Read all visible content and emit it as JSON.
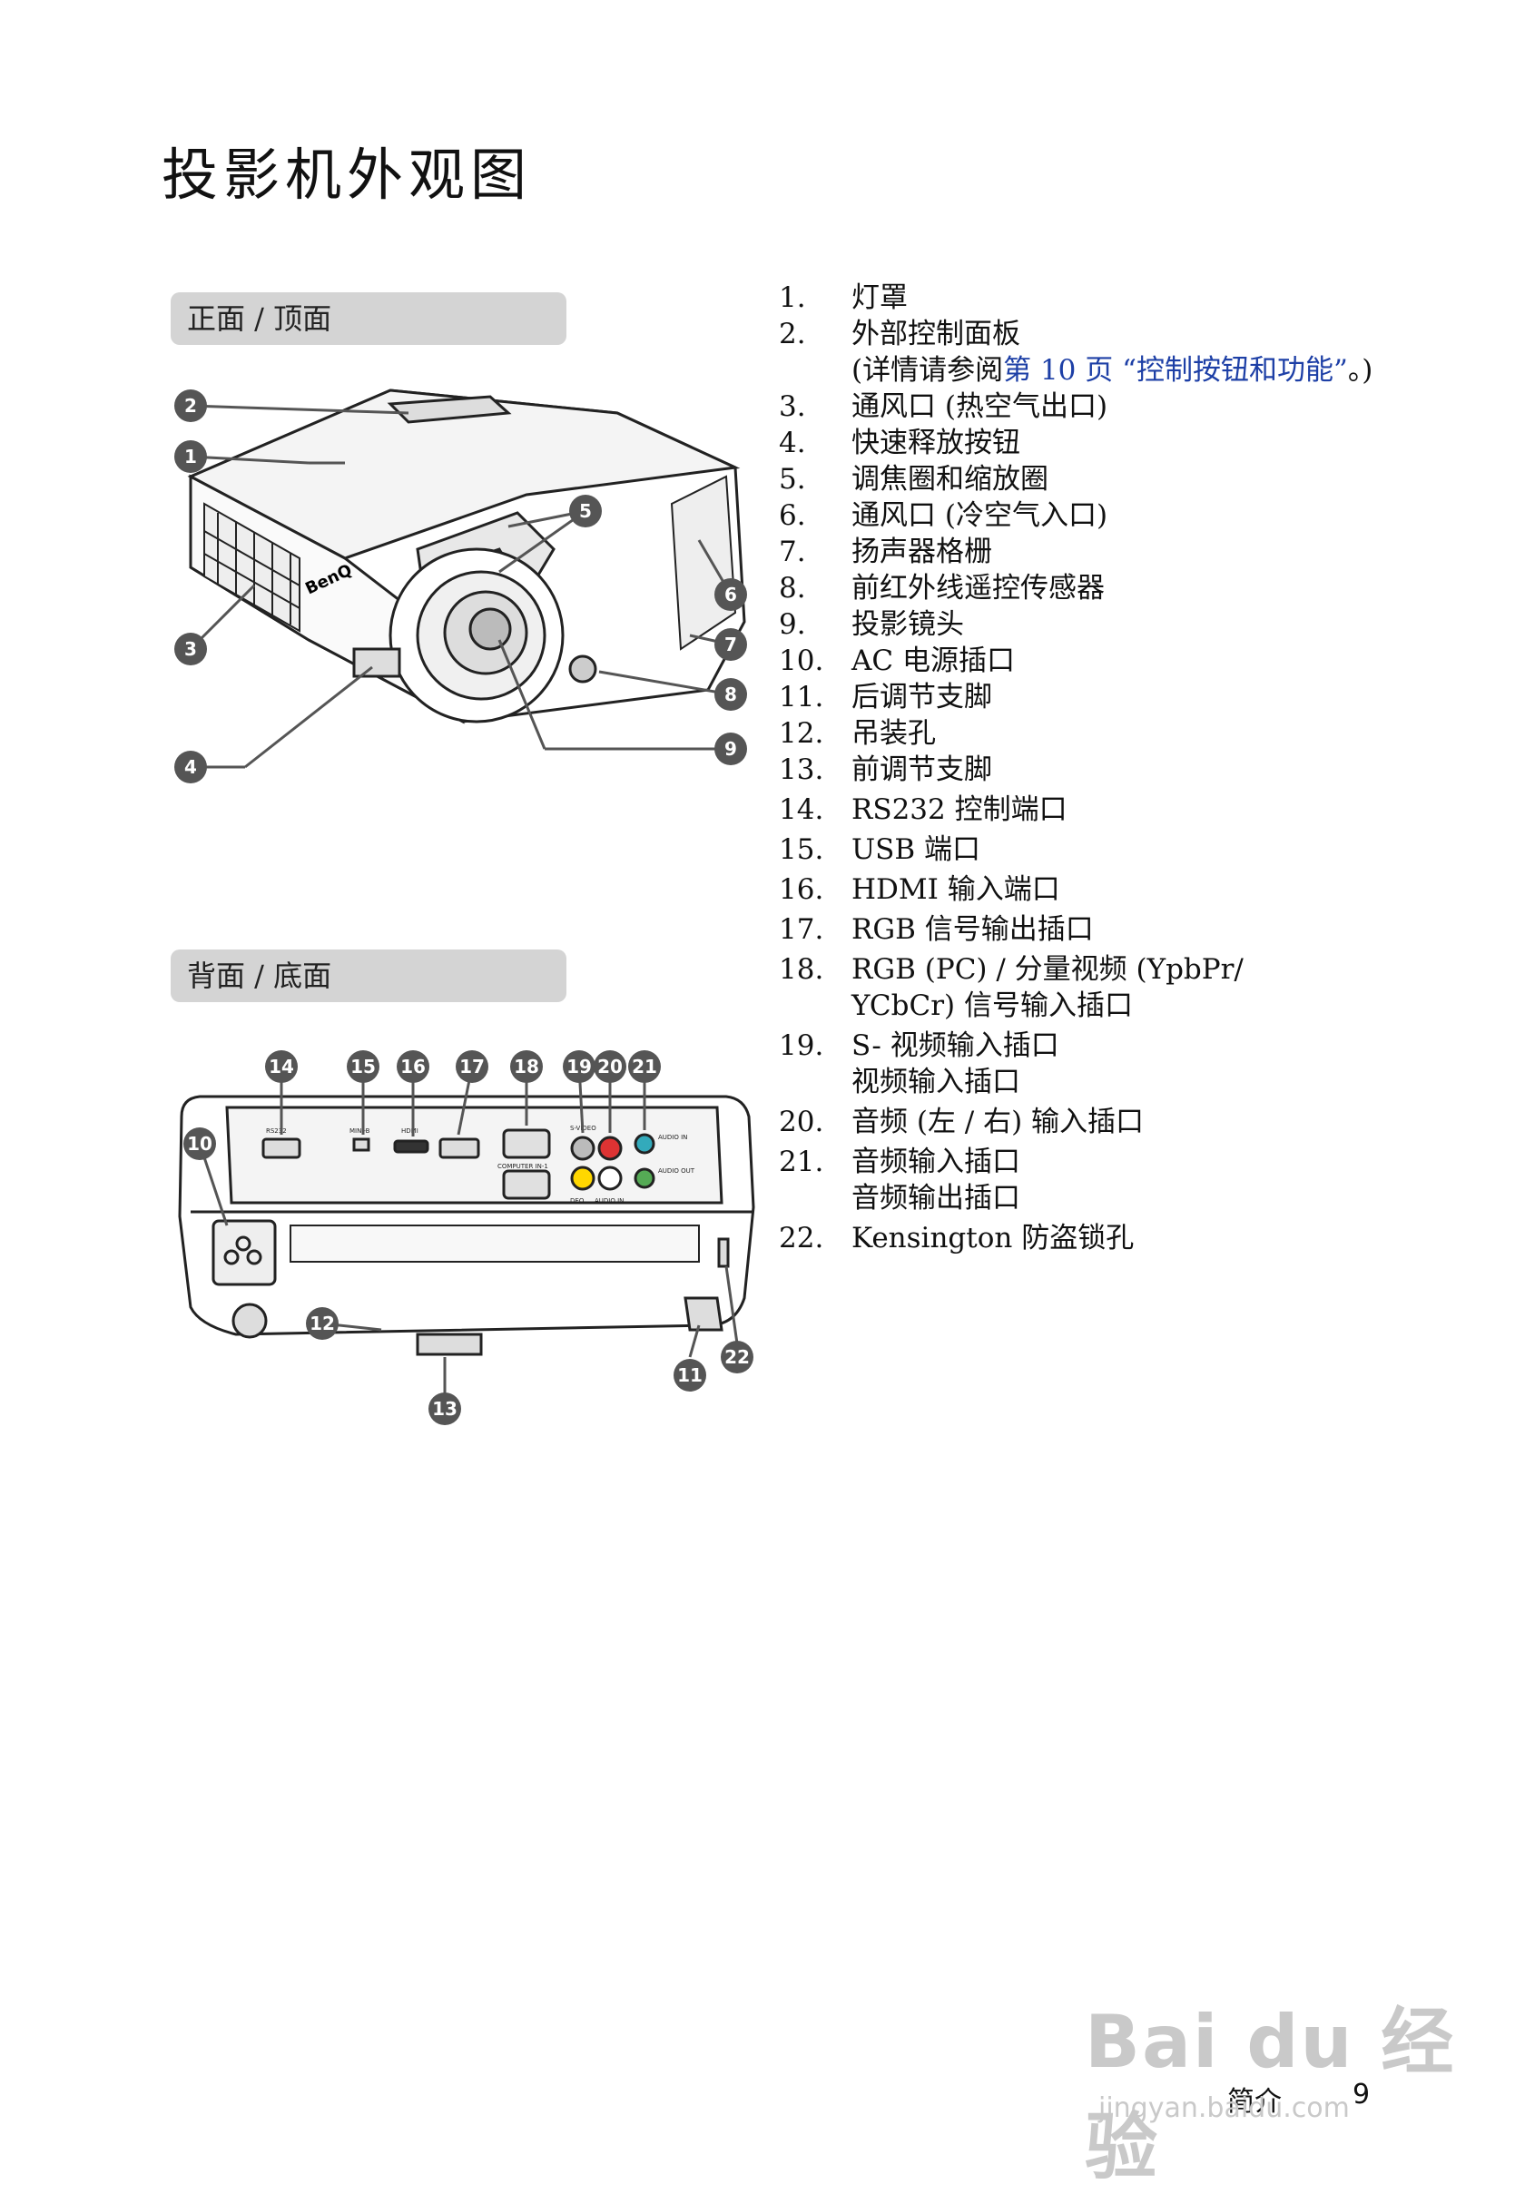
{
  "page_title": "投影机外观图",
  "sections": {
    "front": "正面 / 顶面",
    "back": "背面 / 底面"
  },
  "items": [
    {
      "n": "1.",
      "lines": [
        "灯罩"
      ]
    },
    {
      "n": "2.",
      "lines": [
        "外部控制面板"
      ],
      "note_pre": "(详情请参阅",
      "note_link": "第 10 页 “控制按钮和功能”",
      "note_post": "。)"
    },
    {
      "n": "3.",
      "lines": [
        "通风口 (热空气出口)"
      ]
    },
    {
      "n": "4.",
      "lines": [
        "快速释放按钮"
      ]
    },
    {
      "n": "5.",
      "lines": [
        "调焦圈和缩放圈"
      ]
    },
    {
      "n": "6.",
      "lines": [
        "通风口 (冷空气入口)"
      ]
    },
    {
      "n": "7.",
      "lines": [
        "扬声器格栅"
      ]
    },
    {
      "n": "8.",
      "lines": [
        "前红外线遥控传感器"
      ]
    },
    {
      "n": "9.",
      "lines": [
        "投影镜头"
      ]
    },
    {
      "n": "10.",
      "lines": [
        "AC 电源插口"
      ]
    },
    {
      "n": "11.",
      "lines": [
        "后调节支脚"
      ]
    },
    {
      "n": "12.",
      "lines": [
        "吊装孔"
      ]
    },
    {
      "n": "13.",
      "lines": [
        "前调节支脚"
      ]
    },
    {
      "n": "14.",
      "lines": [
        "RS232 控制端口"
      ]
    },
    {
      "n": "15.",
      "lines": [
        "USB 端口"
      ]
    },
    {
      "n": "16.",
      "lines": [
        "HDMI 输入端口"
      ]
    },
    {
      "n": "17.",
      "lines": [
        "RGB 信号输出插口"
      ]
    },
    {
      "n": "18.",
      "lines": [
        "RGB (PC) / 分量视频 (YpbPr/",
        "YCbCr) 信号输入插口"
      ]
    },
    {
      "n": "19.",
      "lines": [
        "S- 视频输入插口",
        "视频输入插口"
      ]
    },
    {
      "n": "20.",
      "lines": [
        "音频 (左 / 右) 输入插口"
      ]
    },
    {
      "n": "21.",
      "lines": [
        "音频输入插口",
        "音频输出插口"
      ]
    },
    {
      "n": "22.",
      "lines": [
        "Kensington 防盗锁孔"
      ]
    }
  ],
  "callouts_front": [
    "1",
    "2",
    "3",
    "4",
    "5",
    "6",
    "7",
    "8",
    "9"
  ],
  "callouts_back": [
    "10",
    "11",
    "12",
    "13",
    "14",
    "15",
    "16",
    "17",
    "18",
    "19",
    "20",
    "21",
    "22"
  ],
  "front_brand": "BenQ",
  "back_port_labels": {
    "rs232": "RS232",
    "usb": "MINI-B",
    "hdmi": "HDMI",
    "computer": "COMPUTER IN-1",
    "svideo": "S-VIDEO",
    "video": "DEO",
    "audio_in_lr": "AUDIO IN",
    "audio_in": "AUDIO IN",
    "audio_out": "AUDIO OUT"
  },
  "footer": {
    "section": "简介",
    "page": "9"
  },
  "watermark": {
    "brand": "Bai du 经验",
    "url": "jingyan.baidu.com"
  }
}
